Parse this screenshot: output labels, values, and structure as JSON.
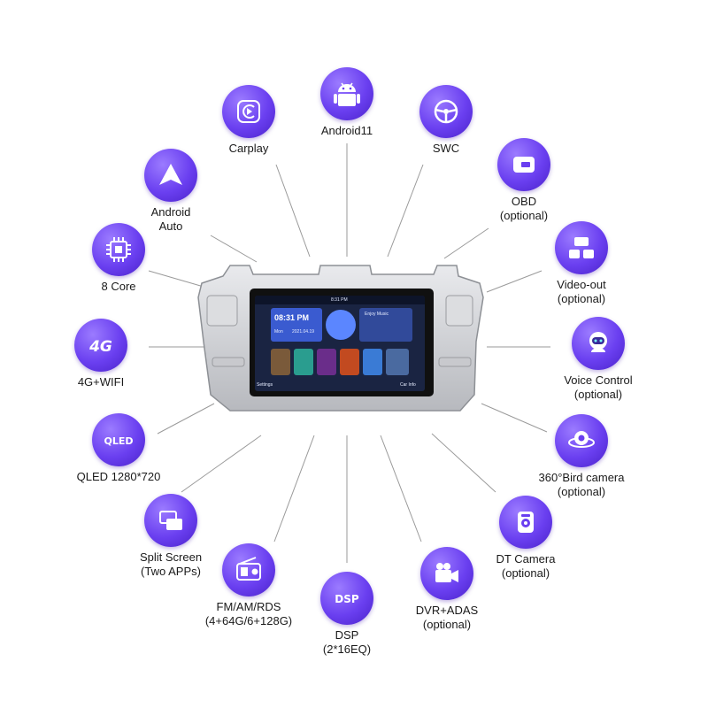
{
  "features": {
    "android": {
      "label": "Android11",
      "icon": "android-robot-icon"
    },
    "carplay": {
      "label": "Carplay",
      "icon": "carplay-icon"
    },
    "swc": {
      "label": "SWC",
      "icon": "steering-wheel-icon"
    },
    "android_auto": {
      "label1": "Android",
      "label2": "Auto",
      "icon": "android-auto-icon"
    },
    "obd": {
      "label1": "OBD",
      "label2": "(optional)",
      "icon": "obd-icon"
    },
    "core": {
      "label": "8 Core",
      "icon": "cpu-chip-icon"
    },
    "video_out": {
      "label1": "Video-out",
      "label2": "(optional)",
      "icon": "video-out-icon"
    },
    "wifi": {
      "label": "4G+WIFI",
      "icon": "4g-icon",
      "icon_text": "4G"
    },
    "voice": {
      "label1": "Voice Control",
      "label2": "(optional)",
      "icon": "robot-assistant-icon"
    },
    "qled": {
      "label": "QLED 1280*720",
      "icon": "qled-icon",
      "icon_text": "QLED"
    },
    "bird": {
      "label1": "360°Bird camera",
      "label2": "(optional)",
      "icon": "360-camera-icon"
    },
    "split": {
      "label1": "Split Screen",
      "label2": "(Two APPs)",
      "icon": "split-screen-icon"
    },
    "dt_camera": {
      "label1": "DT Camera",
      "label2": "(optional)",
      "icon": "dash-camera-icon"
    },
    "fm": {
      "label1": "FM/AM/RDS",
      "label2": "(4+64G/6+128G)",
      "icon": "radio-icon"
    },
    "dsp": {
      "label1": "DSP",
      "label2": "(2*16EQ)",
      "icon": "dsp-icon",
      "icon_text": "DSP"
    },
    "dvr": {
      "label1": "DVR+ADAS",
      "label2": "(optional)",
      "icon": "video-camera-icon"
    }
  },
  "screen": {
    "status_time": "8:31 PM",
    "clock": "08:31 PM",
    "day": "Mon",
    "date": "2021.04.19",
    "music_title": "Enjoy Music",
    "apps": [
      "Settings",
      "Car Info"
    ]
  },
  "colors": {
    "accent": "#6a3ff0",
    "line": "#9a9a9a"
  }
}
